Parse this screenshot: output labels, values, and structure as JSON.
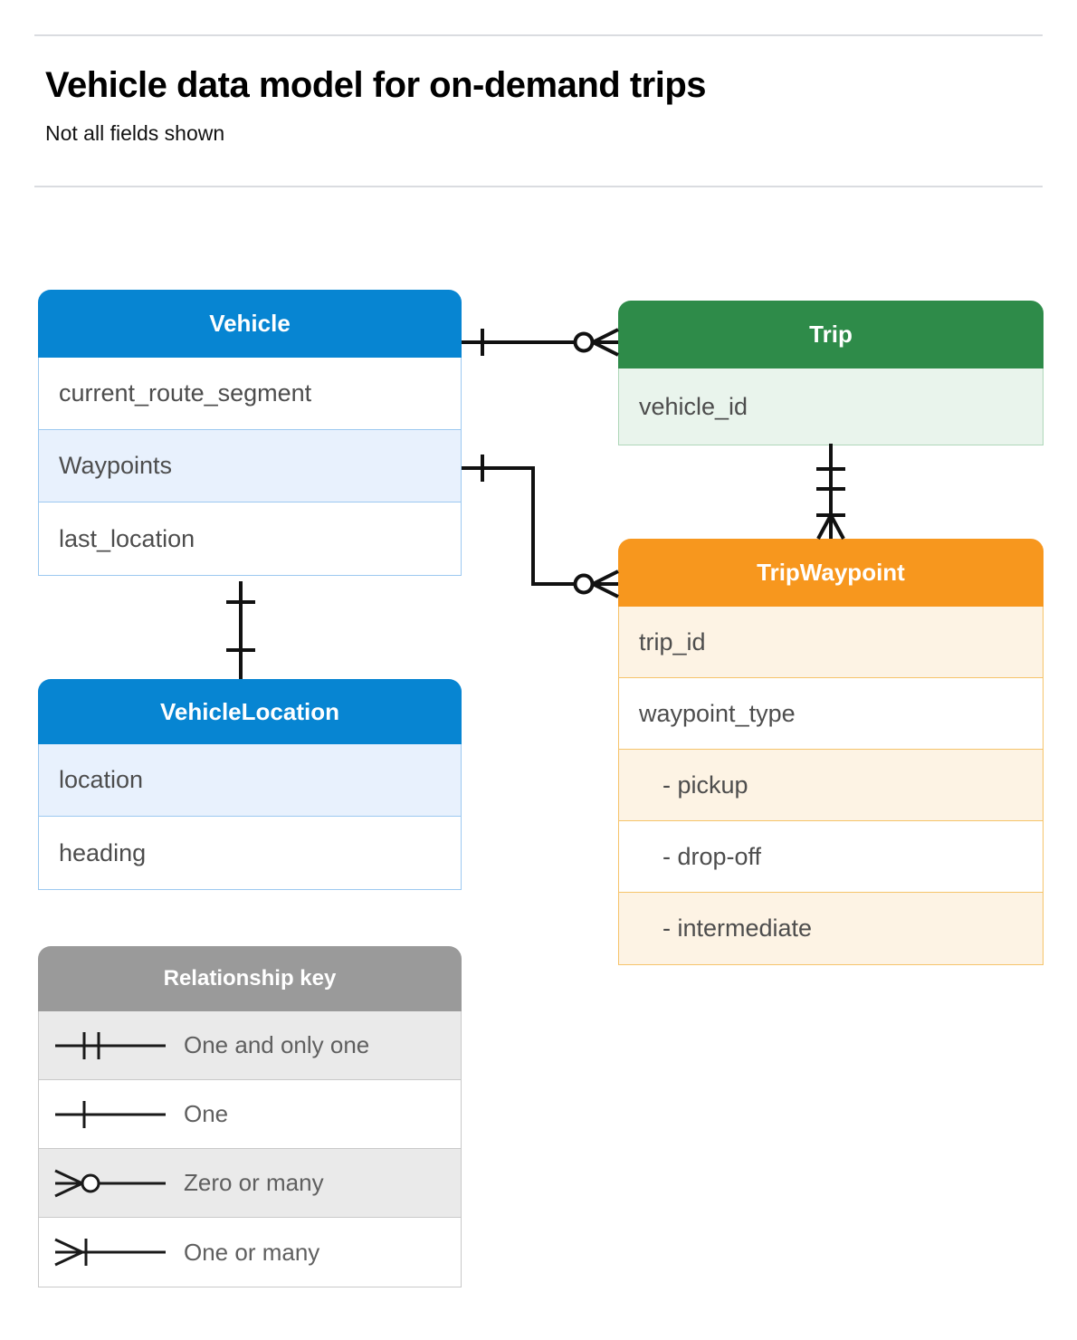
{
  "header": {
    "title": "Vehicle data model for on-demand trips",
    "subtitle": "Not all fields shown"
  },
  "entities": {
    "vehicle": {
      "name": "Vehicle",
      "color": "#0785D2",
      "fields": [
        {
          "label": "current_route_segment",
          "highlighted": false
        },
        {
          "label": "Waypoints",
          "highlighted": true
        },
        {
          "label": "last_location",
          "highlighted": false
        }
      ]
    },
    "vehicle_location": {
      "name": "VehicleLocation",
      "color": "#0785D2",
      "fields": [
        {
          "label": "location",
          "highlighted": true
        },
        {
          "label": "heading",
          "highlighted": false
        }
      ]
    },
    "trip": {
      "name": "Trip",
      "color": "#2E8B49",
      "fields": [
        {
          "label": "vehicle_id",
          "highlighted": true
        }
      ]
    },
    "trip_waypoint": {
      "name": "TripWaypoint",
      "color": "#F7971E",
      "fields": [
        {
          "label": "trip_id",
          "highlighted": true
        },
        {
          "label": "waypoint_type",
          "highlighted": false
        },
        {
          "label": "-  pickup",
          "highlighted": true
        },
        {
          "label": "-  drop-off",
          "highlighted": false
        },
        {
          "label": "-  intermediate",
          "highlighted": true
        }
      ]
    }
  },
  "legend": {
    "title": "Relationship key",
    "color": "#9A9A9A",
    "items": [
      {
        "symbol": "one-and-only-one",
        "label": "One and only one"
      },
      {
        "symbol": "one",
        "label": "One"
      },
      {
        "symbol": "zero-or-many",
        "label": "Zero or many"
      },
      {
        "symbol": "one-or-many",
        "label": "One or many"
      }
    ]
  },
  "relationships": [
    {
      "from": "Vehicle",
      "to": "Trip",
      "from_cardinality": "one",
      "to_cardinality": "zero-or-many"
    },
    {
      "from": "Vehicle.Waypoints",
      "to": "TripWaypoint",
      "from_cardinality": "one",
      "to_cardinality": "zero-or-many"
    },
    {
      "from": "Trip",
      "to": "TripWaypoint",
      "from_cardinality": "one-and-only-one",
      "to_cardinality": "one-or-many"
    },
    {
      "from": "Vehicle",
      "to": "VehicleLocation",
      "from_cardinality": "one",
      "to_cardinality": "one"
    }
  ]
}
